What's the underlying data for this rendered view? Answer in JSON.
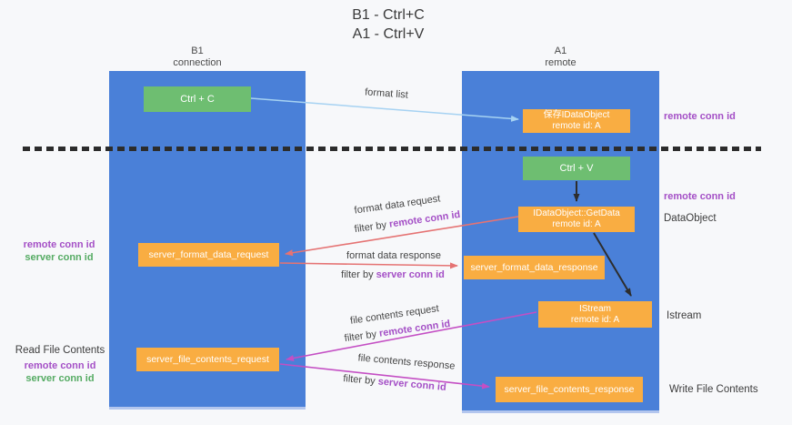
{
  "title": {
    "line1": "B1 - Ctrl+C",
    "line2": "A1 - Ctrl+V"
  },
  "columns": {
    "left": {
      "name": "B1",
      "subtitle": "connection"
    },
    "right": {
      "name": "A1",
      "subtitle": "remote"
    }
  },
  "nodes": {
    "ctrl_c": "Ctrl + C",
    "ctrl_v": "Ctrl + V",
    "save_idataobject": {
      "line1": "保存IDataObject",
      "line2": "remote id: A"
    },
    "getdata": {
      "line1": "IDataObject::GetData",
      "line2": "remote id: A"
    },
    "istream": {
      "line1": "IStream",
      "line2": "remote id: A"
    },
    "format_request": "server_format_data_request",
    "format_response": "server_format_data_response",
    "file_request": "server_file_contents_request",
    "file_response": "server_file_contents_response"
  },
  "edge_labels": {
    "format_list": "format list",
    "format_data_request": "format data request",
    "format_data_response": "format data response",
    "file_contents_request": "file contents request",
    "file_contents_response": "file contents response",
    "filter_by": "filter by",
    "remote_conn_id": "remote conn id",
    "server_conn_id": "server conn id"
  },
  "side_labels": {
    "remote_conn_id_top": "remote conn id",
    "remote_conn_id_mid": "remote conn id",
    "dataobject": "DataObject",
    "istream": "Istream",
    "write_file_contents": "Write File Contents",
    "read_file_contents": "Read File Contents",
    "left_remote_conn_id_1": "remote conn id",
    "left_server_conn_id_1": "server conn id",
    "left_remote_conn_id_2": "remote conn id",
    "left_server_conn_id_2": "server conn id"
  },
  "colors": {
    "lifeline_blue": "#4a80d8",
    "key_green": "#6ebe71",
    "message_orange": "#f9ad42",
    "conn_purple": "#a44fc6",
    "conn_green": "#55ab63",
    "arrow_salmon": "#e57373",
    "arrow_magenta": "#c44fc4",
    "arrow_lightblue": "#a6d2f2",
    "arrow_black": "#2d2d2d"
  }
}
